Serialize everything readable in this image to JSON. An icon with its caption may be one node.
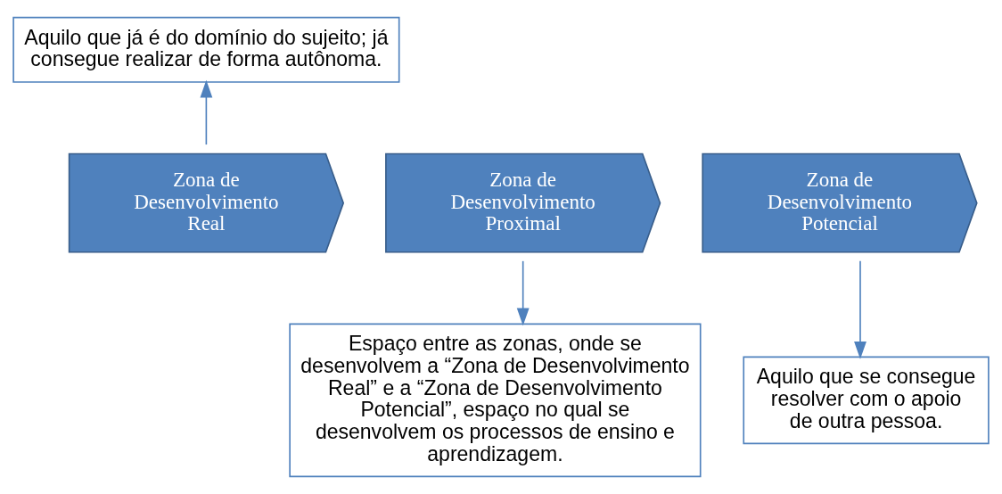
{
  "diagram": {
    "nodes": [
      {
        "text": [
          "Zona de Desenvolvimento Real"
        ]
      },
      {
        "text": [
          "Zona de Desenvolvimento Proximal"
        ]
      },
      {
        "text": [
          "Zona de Desenvolvimento Potencial"
        ]
      },
      {
        "text": [
          "Aquilo que já é do domínio do sujeito; já consegue realizar de forma autônoma."
        ]
      },
      {
        "text": [
          "Espaço entre as zonas, onde se desenvolvem a “Zona de Desenvolvimento Real” e a “Zona de Desenvolvimento Potencial”, espaço no qual se desenvolvem os processos de ensino e aprendizagem."
        ]
      },
      {
        "text": [
          "Aquilo que se consegue resolver com o apoio de outra pessoa."
        ]
      }
    ],
    "edges": [
      {
        "from": 0,
        "to": 3,
        "arrow": "to"
      },
      {
        "from": 1,
        "to": 4,
        "arrow": "to"
      },
      {
        "from": 2,
        "to": 5,
        "arrow": "to"
      }
    ]
  }
}
